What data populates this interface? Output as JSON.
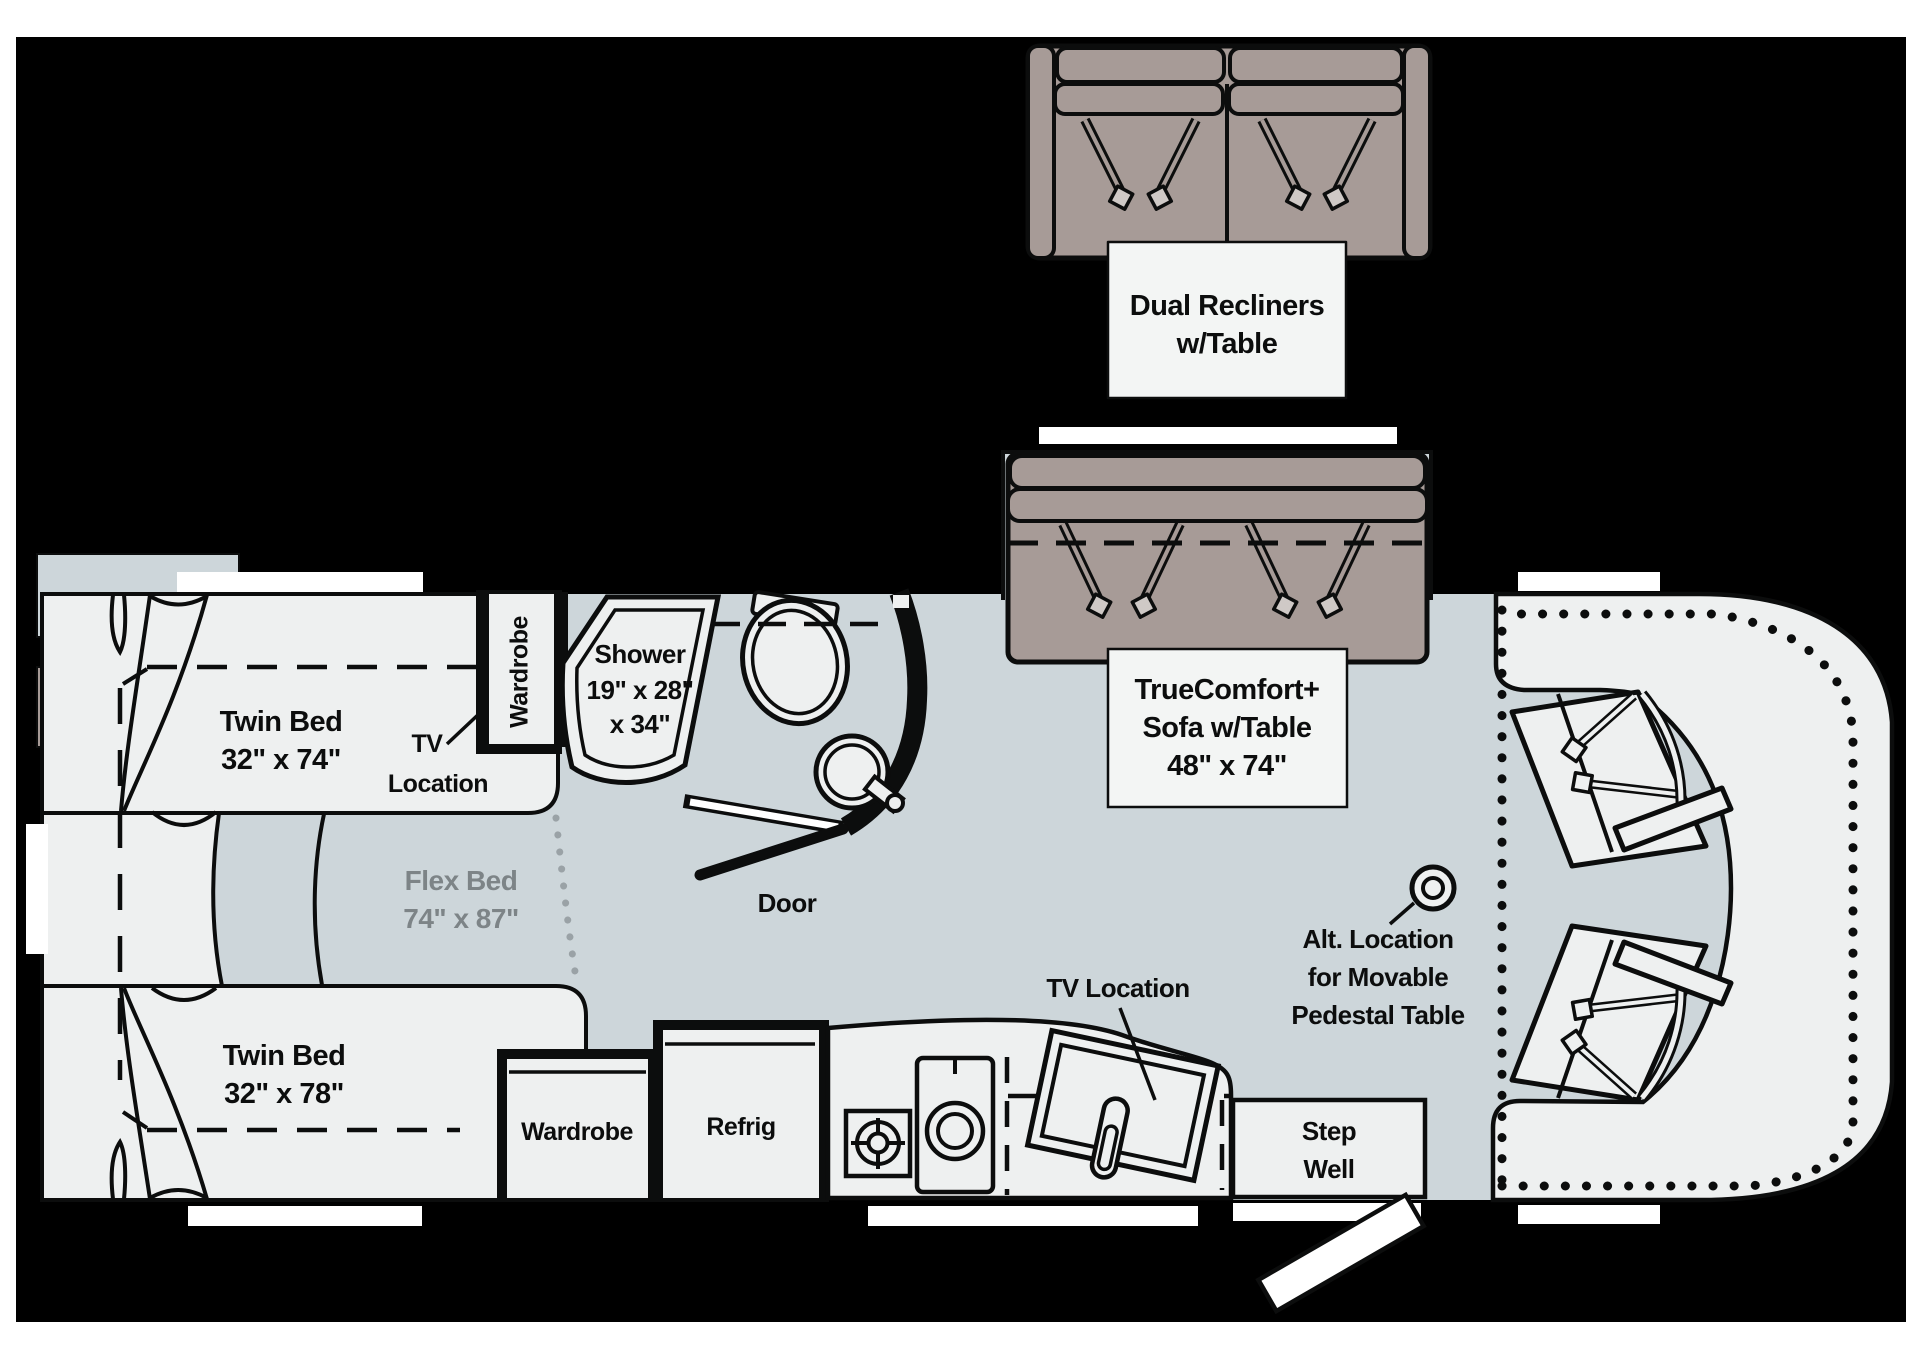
{
  "title": "RV floor plan - twin bed flex bed layout",
  "colors": {
    "background": "#000000",
    "page_margin": "#ffffff",
    "floor": "#cdd6da",
    "furniture_white": "#eef0f0",
    "slideout_brown": "#a79b97",
    "label_box": "#f3f5f4",
    "line": "#0c0d0d",
    "flex_text_gray": "#7d8487"
  },
  "legend": {
    "swatches": [
      {
        "name": "floor-swatch",
        "color": "#cdd6da"
      },
      {
        "name": "slideout-furniture-swatch",
        "color": "#a79b97"
      }
    ]
  },
  "labels": {
    "recliners1": "Dual Recliners",
    "recliners2": "w/Table",
    "sofa1": "TrueComfort+",
    "sofa2": "Sofa w/Table",
    "sofa3": "48\" x 74\"",
    "bed_top1": "Twin Bed",
    "bed_top2": "32\" x 74\"",
    "tv_top1": "TV",
    "tv_top2": "Location",
    "wardrobe_top": "Wardrobe",
    "shower1": "Shower",
    "shower2": "19\" x 28\"",
    "shower3": "x 34\"",
    "door": "Door",
    "flex1": "Flex Bed",
    "flex2": "74\" x 87\"",
    "bed_bottom1": "Twin Bed",
    "bed_bottom2": "32\" x 78\"",
    "wardrobe_bottom": "Wardrobe",
    "refrig": "Refrig",
    "tv_bottom": "TV Location",
    "step1": "Step",
    "step2": "Well",
    "alt1": "Alt. Location",
    "alt2": "for Movable",
    "alt3": "Pedestal Table"
  }
}
